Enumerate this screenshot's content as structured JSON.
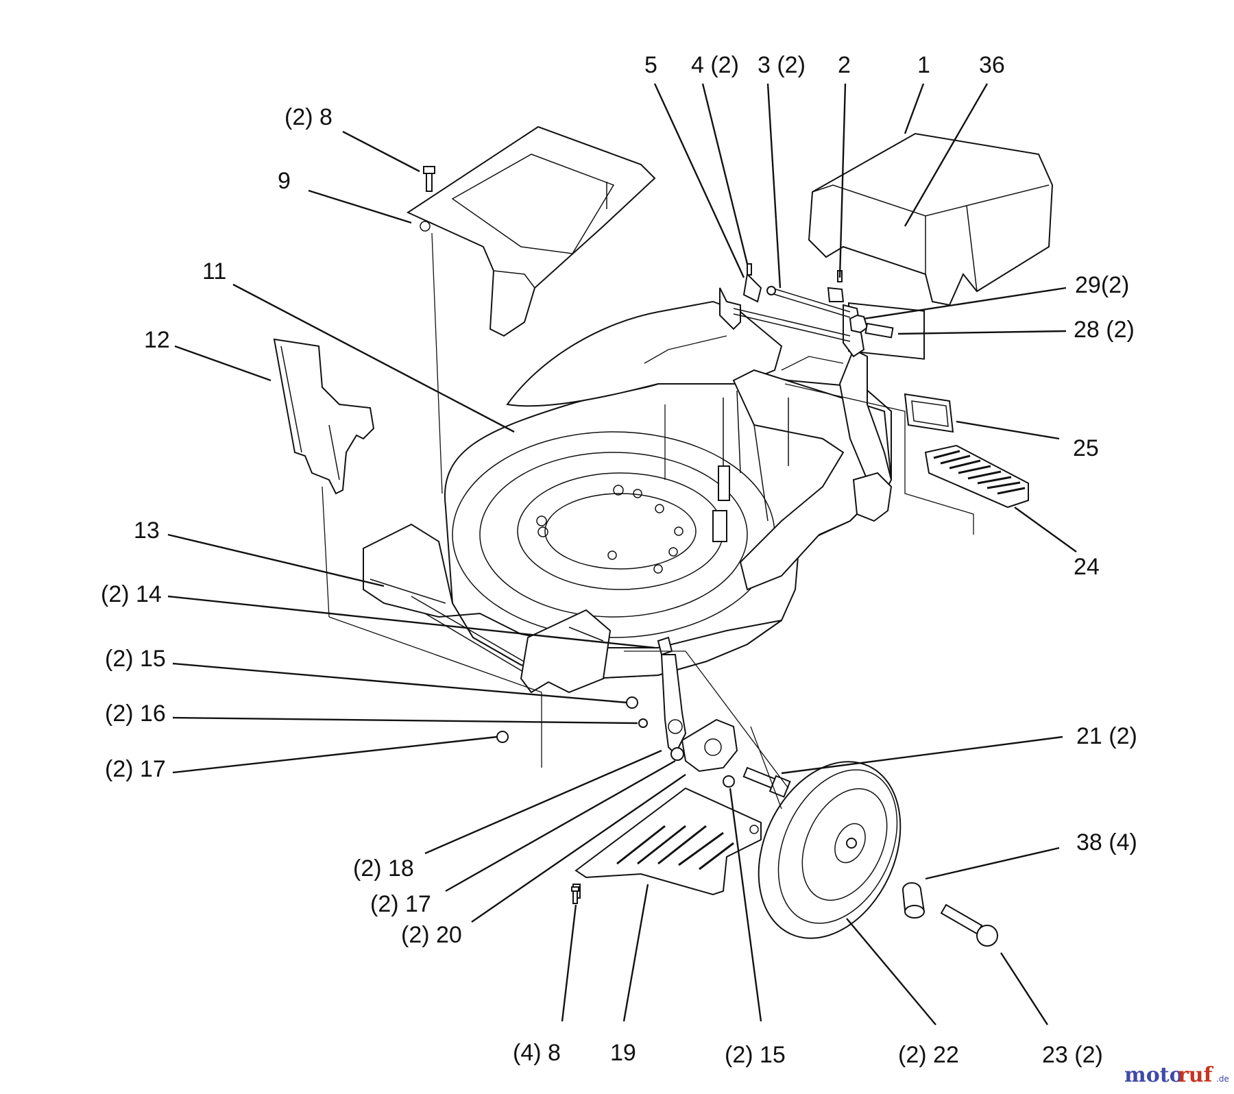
{
  "callouts": {
    "c5": "5",
    "c4": "4 (2)",
    "c3": "3 (2)",
    "c2": "2",
    "c1": "1",
    "c36": "36",
    "c8top": "(2)  8",
    "c9": "9",
    "c11": "11",
    "c12": "12",
    "c29": "29(2)",
    "c28": "28 (2)",
    "c25": "25",
    "c24": "24",
    "c13": "13",
    "c14": "(2) 14",
    "c15": "(2) 15",
    "c16": "(2) 16",
    "c17": "(2) 17",
    "c21": "21 (2)",
    "c18": "(2) 18",
    "c17b": "(2)  17",
    "c20": "(2)  20",
    "c38": "38 (4)",
    "c8bot": "(4)  8",
    "c19": "19",
    "c15b": "(2) 15",
    "c22": "(2)  22",
    "c23": "23  (2)"
  },
  "watermark": {
    "brand_part1": "moto",
    "brand_part2": "ruf",
    "suffix": ".de"
  },
  "colors": {
    "line": "#111111",
    "background": "#ffffff",
    "watermark_blue": "#3f4aa8",
    "watermark_red": "#c8321e"
  }
}
